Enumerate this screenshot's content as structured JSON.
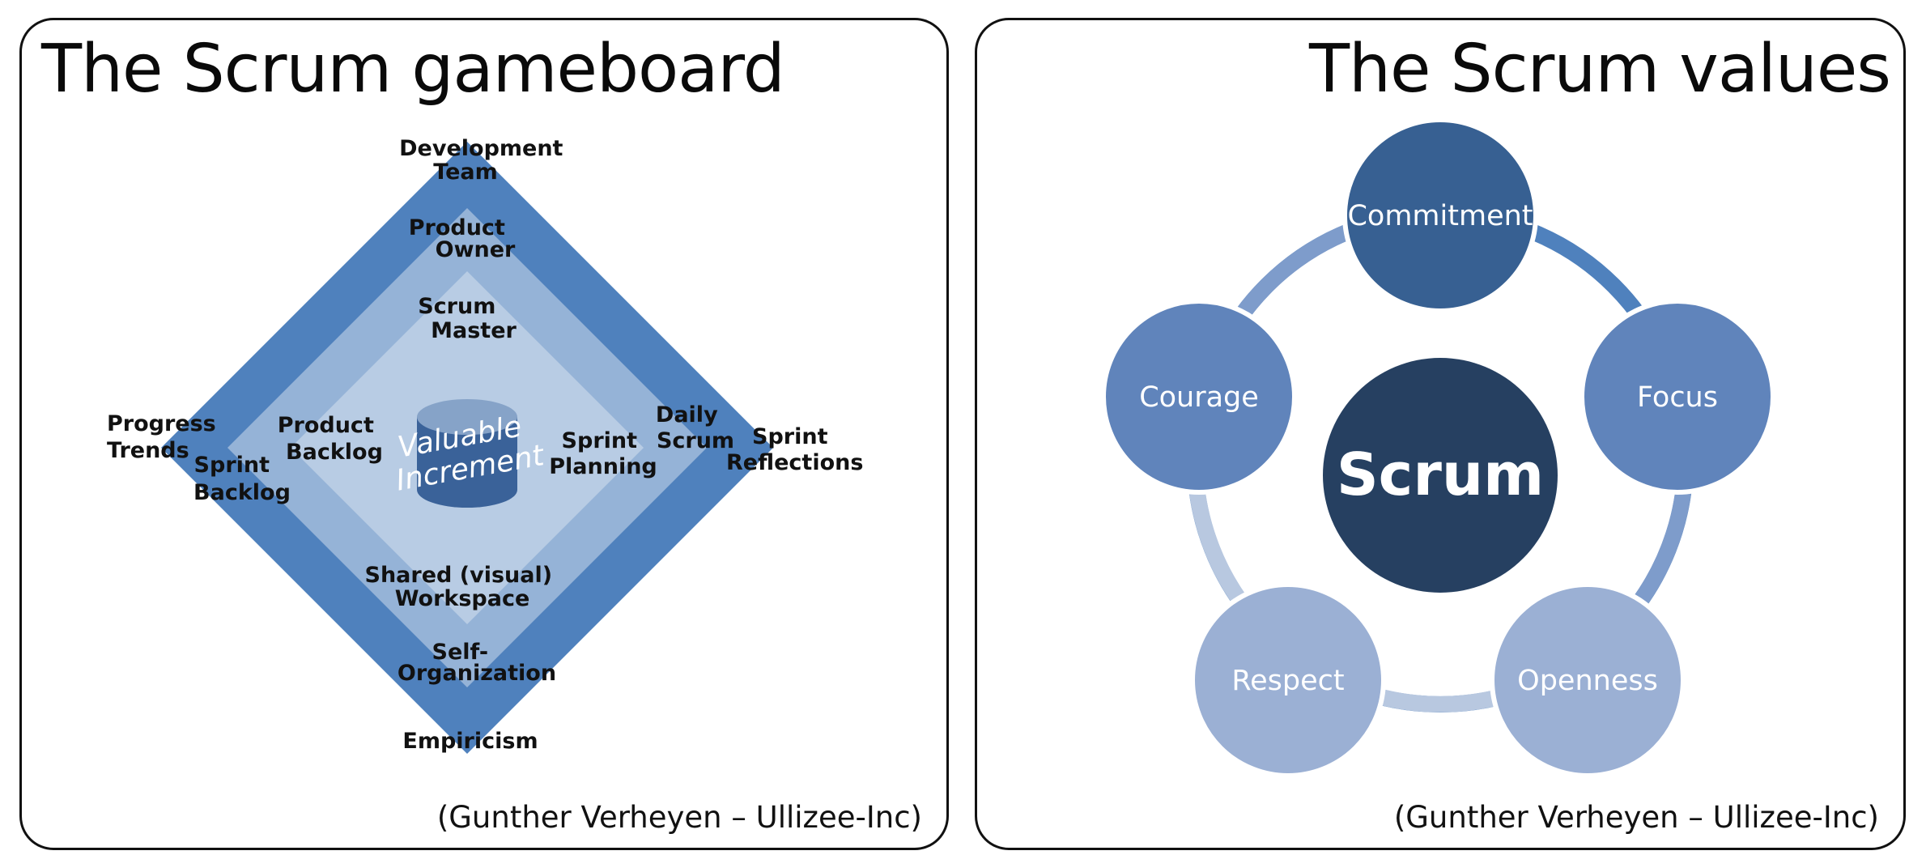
{
  "gameboard": {
    "title": "The Scrum gameboard",
    "credit": "(Gunther Verheyen – Ullizee-Inc)",
    "center_label": [
      "Valuable",
      "Increment"
    ],
    "labels": {
      "development_team": [
        "Development",
        "Team"
      ],
      "product_owner": [
        "Product",
        "Owner"
      ],
      "scrum_master": [
        "Scrum",
        "Master"
      ],
      "progress_trends": [
        "Progress",
        "Trends"
      ],
      "sprint_backlog": [
        "Sprint",
        "Backlog"
      ],
      "product_backlog": [
        "Product",
        "Backlog"
      ],
      "sprint_planning": [
        "Sprint",
        "Planning"
      ],
      "daily_scrum": [
        "Daily",
        "Scrum"
      ],
      "sprint_reflections": [
        "Sprint",
        "Reflections"
      ],
      "shared_workspace": [
        "Shared (visual)",
        "Workspace"
      ],
      "self_organization": [
        "Self-",
        "Organization"
      ],
      "empiricism": [
        "Empiricism"
      ]
    },
    "colors": {
      "outer": "#4f81bd",
      "middle": "#95b3d7",
      "inner": "#b8cce4",
      "cylinder": "#3a6299",
      "cylinder_top": "#86a3c8"
    }
  },
  "values": {
    "title": "The Scrum values",
    "credit": "(Gunther Verheyen – Ullizee-Inc)",
    "center": "Scrum",
    "items": [
      {
        "label": "Commitment",
        "color": "#376092"
      },
      {
        "label": "Focus",
        "color": "#6084bb"
      },
      {
        "label": "Openness",
        "color": "#9bb0d4"
      },
      {
        "label": "Respect",
        "color": "#9bb0d4"
      },
      {
        "label": "Courage",
        "color": "#6084bb"
      }
    ],
    "center_color": "#264061"
  }
}
